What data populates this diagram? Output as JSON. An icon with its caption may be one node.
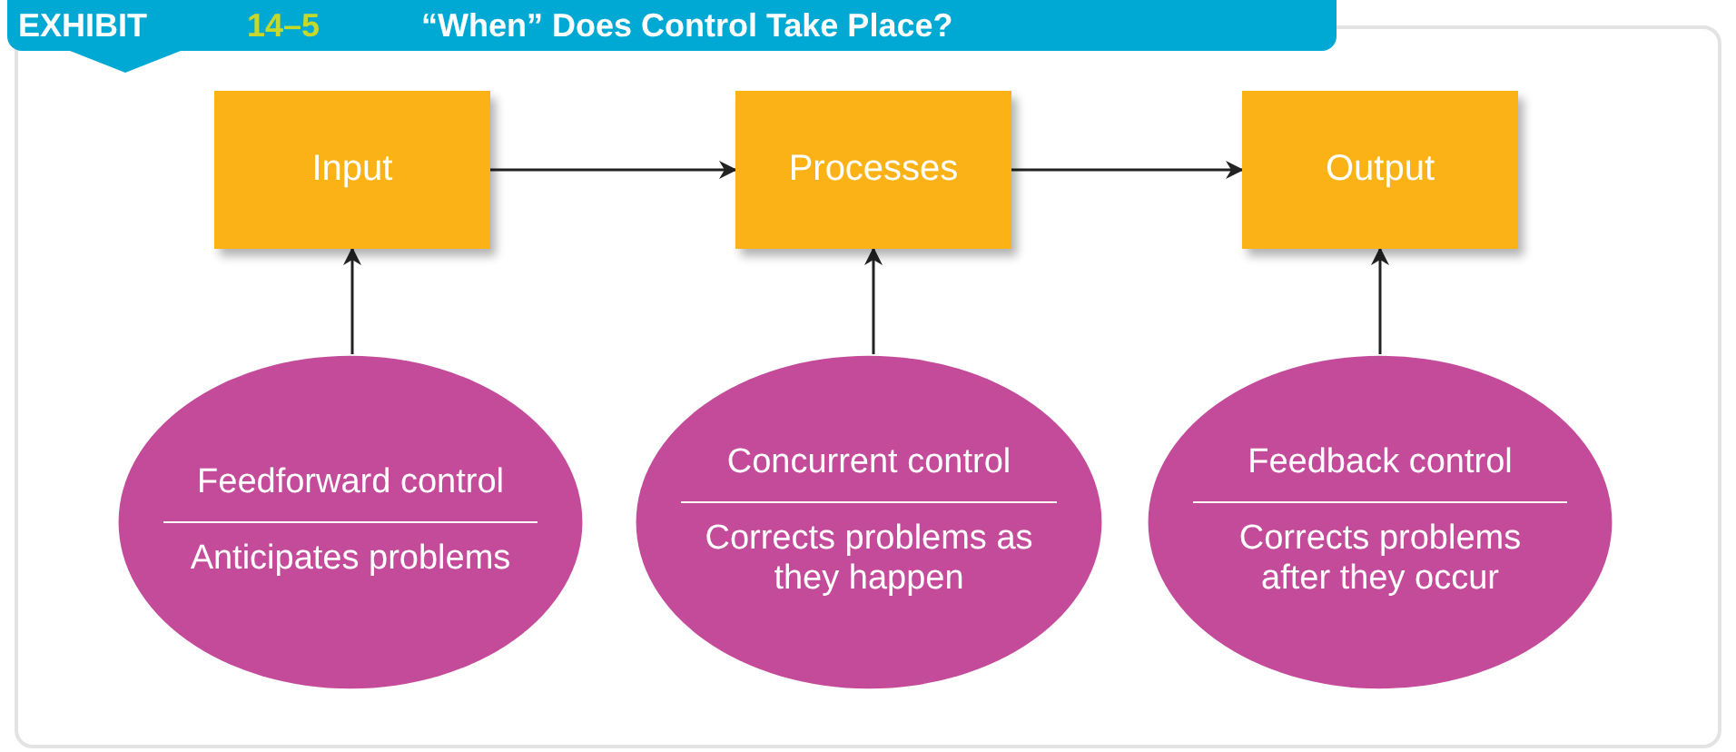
{
  "diagram": {
    "title": "“When” Does Control Take Place?",
    "labels": [
      "EXHIBIT",
      "14–5"
    ],
    "nodes": [
      {
        "text": [
          "Input"
        ]
      },
      {
        "text": [
          "Processes"
        ]
      },
      {
        "text": [
          "Output"
        ]
      },
      {
        "text": [
          "Feedforward control",
          "Anticipates problems"
        ]
      },
      {
        "text": [
          "Concurrent control",
          "Corrects problems as they happen"
        ]
      },
      {
        "text": [
          "Feedback control",
          "Corrects problems after they occur"
        ]
      }
    ],
    "edges": [
      {
        "from": 0,
        "to": 1,
        "arrow": "to"
      },
      {
        "from": 1,
        "to": 2,
        "arrow": "to"
      },
      {
        "from": 3,
        "to": 0,
        "arrow": "to"
      },
      {
        "from": 4,
        "to": 1,
        "arrow": "to"
      },
      {
        "from": 5,
        "to": 2,
        "arrow": "to"
      }
    ]
  }
}
